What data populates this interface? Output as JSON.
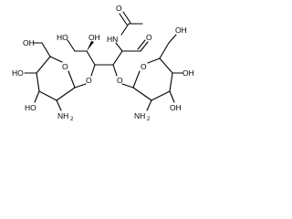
{
  "molecule": {
    "labels": {
      "acetyl_o": "O",
      "nh_top": "HN",
      "aldehyde_o": "O",
      "oh_top_left": "HO",
      "oh_c5": "OH",
      "oh_left_ch2": "OH",
      "ring_o_left": "O",
      "ring_o_right": "O",
      "oh_right_ch2": "OH",
      "ho_left_upper": "HO",
      "ho_left_lower": "HO",
      "glyco_o_left": "O",
      "glyco_o_right": "O",
      "oh_right_upper": "OH",
      "oh_right_lower": "OH",
      "nh2_left_letters": "NH",
      "nh2_left_sub": "2",
      "nh2_right_letters": "NH",
      "nh2_right_sub": "2"
    }
  }
}
